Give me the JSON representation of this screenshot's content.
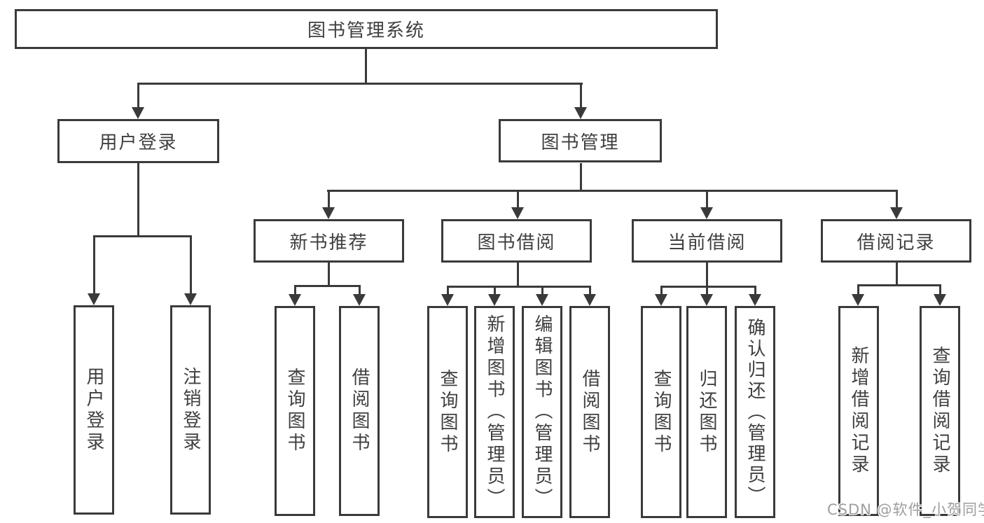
{
  "colors": {
    "line": "#3a3a3a",
    "text": "#3f3f3f",
    "box_bg": "#ffffff",
    "watermark": "#9e9e9e"
  },
  "nodes": {
    "root": "图书管理系统",
    "user_login": "用户登录",
    "book_management": "图书管理",
    "leaf_user_login": "用户登录",
    "leaf_logout": "注销登录",
    "new_book_recommend": "新书推荐",
    "book_borrowing": "图书借阅",
    "current_borrowing": "当前借阅",
    "borrowing_records": "借阅记录",
    "nbr_query_books": "查询图书",
    "nbr_borrow_books": "借阅图书",
    "bb_query_books": "查询图书",
    "bb_add_books": "新增图书（管理员）",
    "bb_edit_books": "编辑图书（管理员）",
    "bb_borrow_books": "借阅图书",
    "cb_query_books": "查询图书",
    "cb_return_books": "归还图书",
    "cb_confirm_return": "确认归还（管理员）",
    "br_add_record": "新增借阅记录",
    "br_query_record": "查询借阅记录"
  },
  "watermark": "CSDN @软件_小贺同学"
}
